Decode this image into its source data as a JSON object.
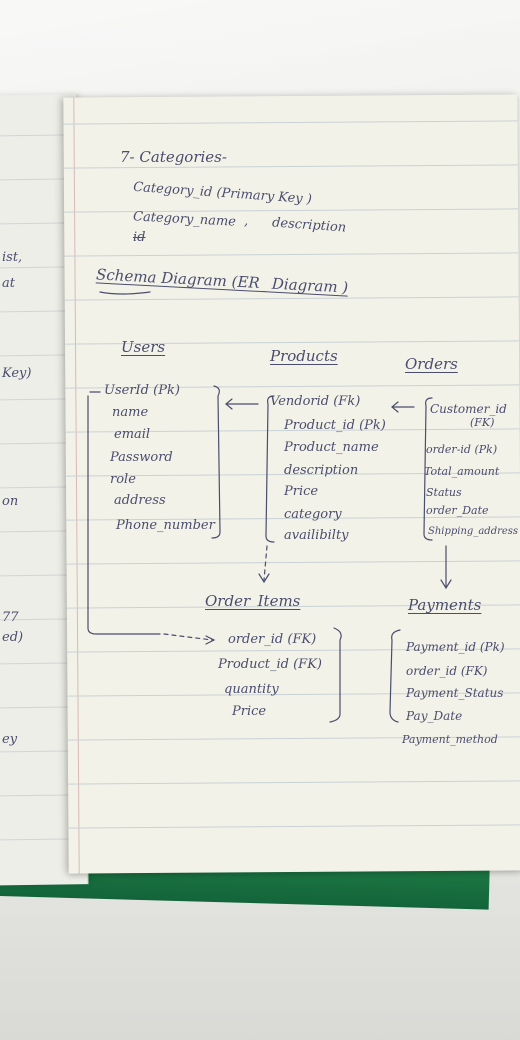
{
  "left_page_fragments": [
    "ist,",
    "at",
    "Key)",
    "on",
    "77",
    "ed)",
    "ey"
  ],
  "categories": {
    "heading": "7- Categories-",
    "fields": [
      "Category_id (Primary Key )",
      "Category_name",
      "description"
    ],
    "separator": ",",
    "struck": "id"
  },
  "schema_title": "Schema Diagram (ER_ Diagram )",
  "users": {
    "title": "Users",
    "fields": [
      "UserId (Pk)",
      "name",
      "email",
      "Password",
      "role",
      "address",
      "Phone_number"
    ]
  },
  "products": {
    "title": "Products",
    "fields": [
      "Vendorid (Fk)",
      "Product_id (Pk)",
      "Product_name",
      "description",
      "Price",
      "category",
      "availibilty"
    ]
  },
  "orders": {
    "title": "Orders",
    "fields": [
      "Customer_id",
      "(FK)",
      "order-id (Pk)",
      "Total_amount",
      "Status",
      "order_Date",
      "Shipping_address"
    ]
  },
  "order_items": {
    "title": "Order_Items",
    "fields": [
      "order_id (FK)",
      "Product_id (FK)",
      "quantity",
      "Price"
    ]
  },
  "payments": {
    "title": "Payments",
    "fields": [
      "Payment_id (Pk)",
      "order_id (FK)",
      "Payment_Status",
      "Pay_Date",
      "Payment_method"
    ]
  },
  "colors": {
    "ink": "#4a4d6e",
    "paper": "#f3f2e8",
    "cover": "#1e7a45"
  }
}
